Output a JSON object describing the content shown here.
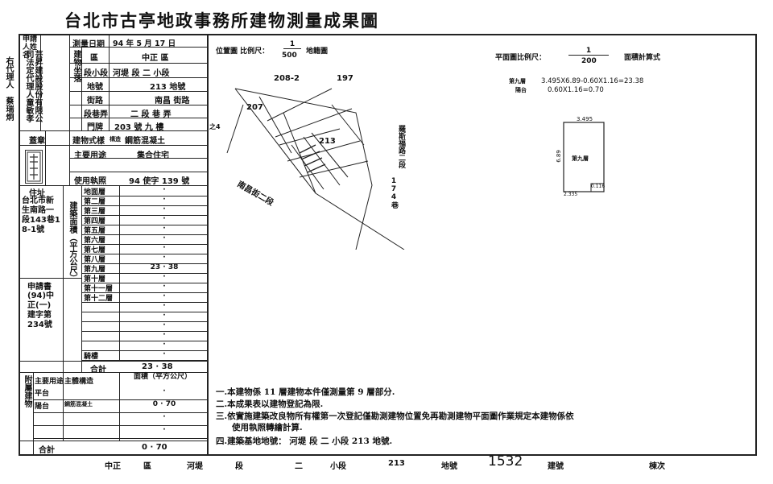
{
  "title": "台北市古亭地政事務所建物測量成果圖",
  "margin_labels": [
    "右代理人",
    "蔡瑞炯"
  ],
  "applicant": {
    "label": "申請人姓名",
    "value": "芸昇建設股份有限公司法定代理人童敏孝"
  },
  "survey_date": {
    "label": "測量日期",
    "value": "94 年 5 月 17 日"
  },
  "location": {
    "label": "建物坐落",
    "district_label": "區",
    "district": "中正 區",
    "section_label": "段小段",
    "section": "河堤 段 二 小段",
    "lot_label": "地號",
    "lot": "213 地號",
    "street_label": "街路",
    "street": "南昌 街路",
    "lane_label": "段巷弄",
    "lane": "二 段 巷 弄",
    "door_label": "建物門牌",
    "door_no_label": "門牌",
    "door": "203 號 九 樓",
    "door_suffix": "之4"
  },
  "seal_label": "蓋章",
  "structure": {
    "label": "建物式樣",
    "sublabel": "構造",
    "value": "鋼筋混凝土"
  },
  "main_use": {
    "label": "主要用途",
    "value": "集合住宅"
  },
  "permit": {
    "label": "使用執照",
    "value": "94 使字 139 號"
  },
  "address": {
    "label": "住址",
    "value": "台北市新生南路一段143巷18-1號"
  },
  "area_label": "建築面積（平方公尺）",
  "floors": [
    {
      "name": "地面層",
      "value": "·"
    },
    {
      "name": "第二層",
      "value": "·"
    },
    {
      "name": "第三層",
      "value": "·"
    },
    {
      "name": "第四層",
      "value": "·"
    },
    {
      "name": "第五層",
      "value": "·"
    },
    {
      "name": "第六層",
      "value": "·"
    },
    {
      "name": "第七層",
      "value": "·"
    },
    {
      "name": "第八層",
      "value": "·"
    },
    {
      "name": "第九層",
      "value": "23 · 38"
    },
    {
      "name": "第十層",
      "value": "·"
    },
    {
      "name": "第十一層",
      "value": "·"
    },
    {
      "name": "第十二層",
      "value": "·"
    },
    {
      "name": "",
      "value": "·"
    },
    {
      "name": "",
      "value": "·"
    },
    {
      "name": "",
      "value": "·"
    },
    {
      "name": "",
      "value": "·"
    },
    {
      "name": "",
      "value": "·"
    },
    {
      "name": "騎樓",
      "value": "·"
    }
  ],
  "application_doc": {
    "label": "申請書",
    "value": "(94)中正(一)建字第234號"
  },
  "total": {
    "label": "合計",
    "value": "23 · 38"
  },
  "attached": {
    "label": "附屬建物",
    "use_label": "主要用途",
    "struct_label": "主體構造",
    "area_label": "面積（平方公尺）",
    "rows": [
      {
        "use": "平台",
        "struct": "",
        "area": "·"
      },
      {
        "use": "陽台",
        "struct": "鋼筋混凝土",
        "area": "0 · 70"
      },
      {
        "use": "",
        "struct": "",
        "area": "·"
      },
      {
        "use": "",
        "struct": "",
        "area": "·"
      }
    ],
    "total_label": "合計",
    "total": "0 · 70"
  },
  "location_map": {
    "scale_label": "位置圖 比例尺：",
    "scale_num": "1",
    "scale_den": "500",
    "map_type": "地籍圖",
    "lot_labels": [
      "208-2",
      "197",
      "207",
      "213"
    ],
    "road_left": "南昌街二段",
    "road_right": "羅斯福路二段",
    "road_right_no": "174巷"
  },
  "floor_plan": {
    "scale_label": "平面圖比例尺：",
    "scale_num": "1",
    "scale_den": "200",
    "area_calc": "面積計算式",
    "calc": [
      {
        "name": "第九層",
        "formula": "3.495X6.89-0.60X1.16=23.38"
      },
      {
        "name": "陽台",
        "formula": "0.60X1.16=0.70"
      }
    ],
    "dims": {
      "top": "3.495",
      "left": "6.89",
      "inner": "第九層",
      "bottom_left": "2.335",
      "bottom_right": "0.116"
    }
  },
  "notes": [
    "一.本建物係 11 層建物本件僅測量第 9 層部分.",
    "二.本成果表以建物登記為限.",
    "三.依實施建築改良物所有權第一次登記僅勘測建物位置免再勘測建物平面圖作業規定本建物係依",
    "使用執照轉繪計算.",
    "四.建築基地地號： 河堤 段 二 小段 213 地號."
  ],
  "footer": {
    "district": "中正",
    "district_suffix": "區",
    "section": "河堤",
    "seg": "段",
    "small": "二",
    "small_suffix": "小段",
    "lot": "213",
    "lot_suffix": "地號",
    "build_no": "1532",
    "build_suffix": "建號",
    "kind": "棟次"
  }
}
